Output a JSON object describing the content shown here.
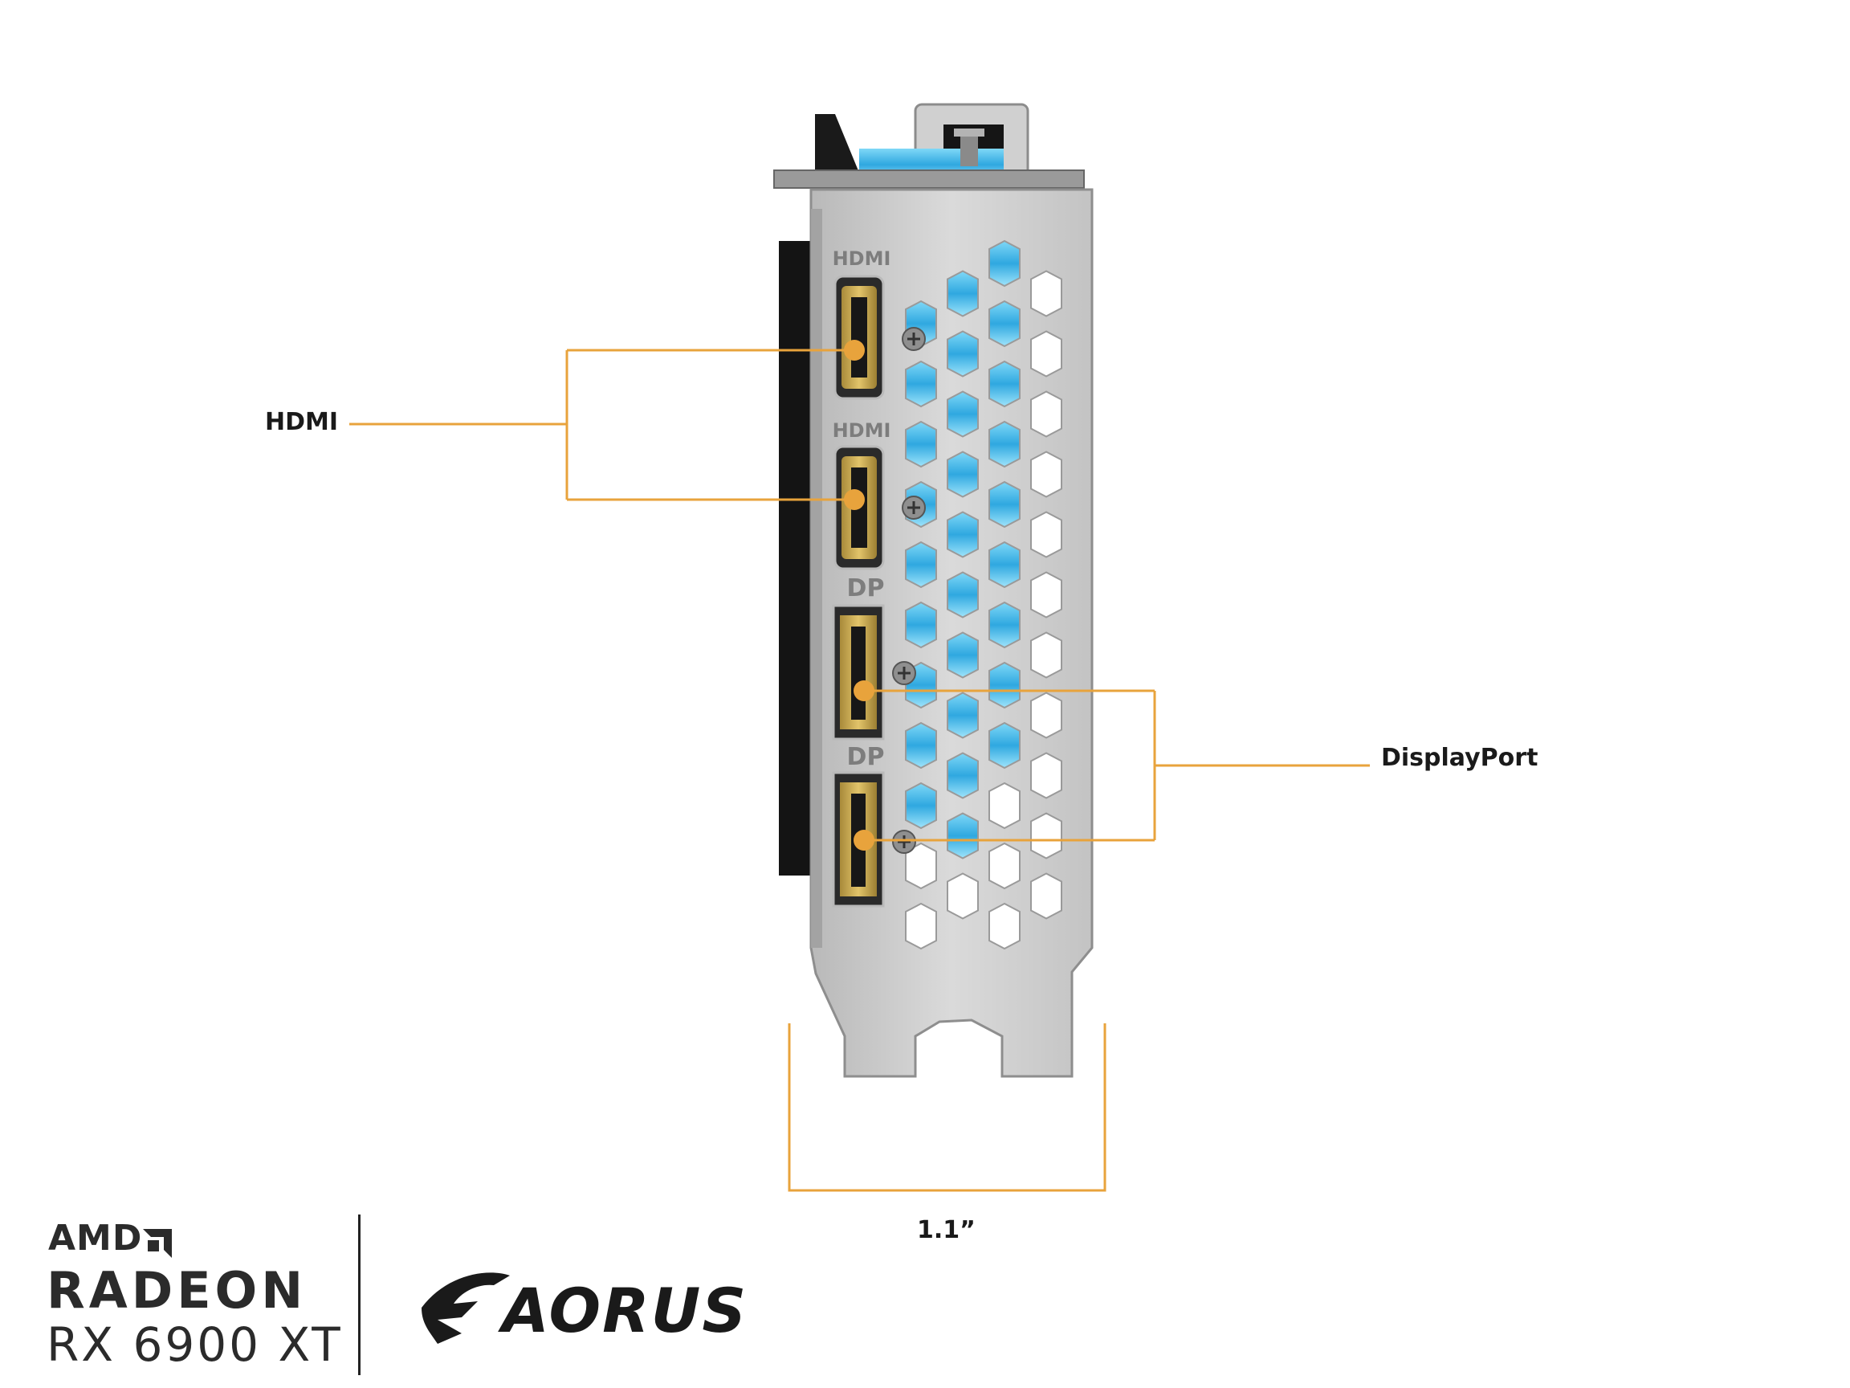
{
  "callouts": {
    "hdmi": "HDMI",
    "displayport": "DisplayPort",
    "width": "1.1”"
  },
  "bracket_imprints": {
    "hdmi_1": "HDMI",
    "hdmi_2": "HDMI",
    "dp_1": "DP",
    "dp_2": "DP"
  },
  "branding": {
    "amd": "AMD",
    "radeon": "RADEON",
    "model": "RX 6900 XT",
    "logo_text": "AORUS"
  },
  "colors": {
    "accent": "#E8A33C",
    "bracket_metal": "#C9C9C9",
    "vent_glow": "#35B7E8",
    "port_gold": "#C9A548",
    "text": "#1A1A1A"
  },
  "icons": [
    "amd-arrow-icon",
    "aorus-eagle-icon",
    "screw-icon"
  ]
}
